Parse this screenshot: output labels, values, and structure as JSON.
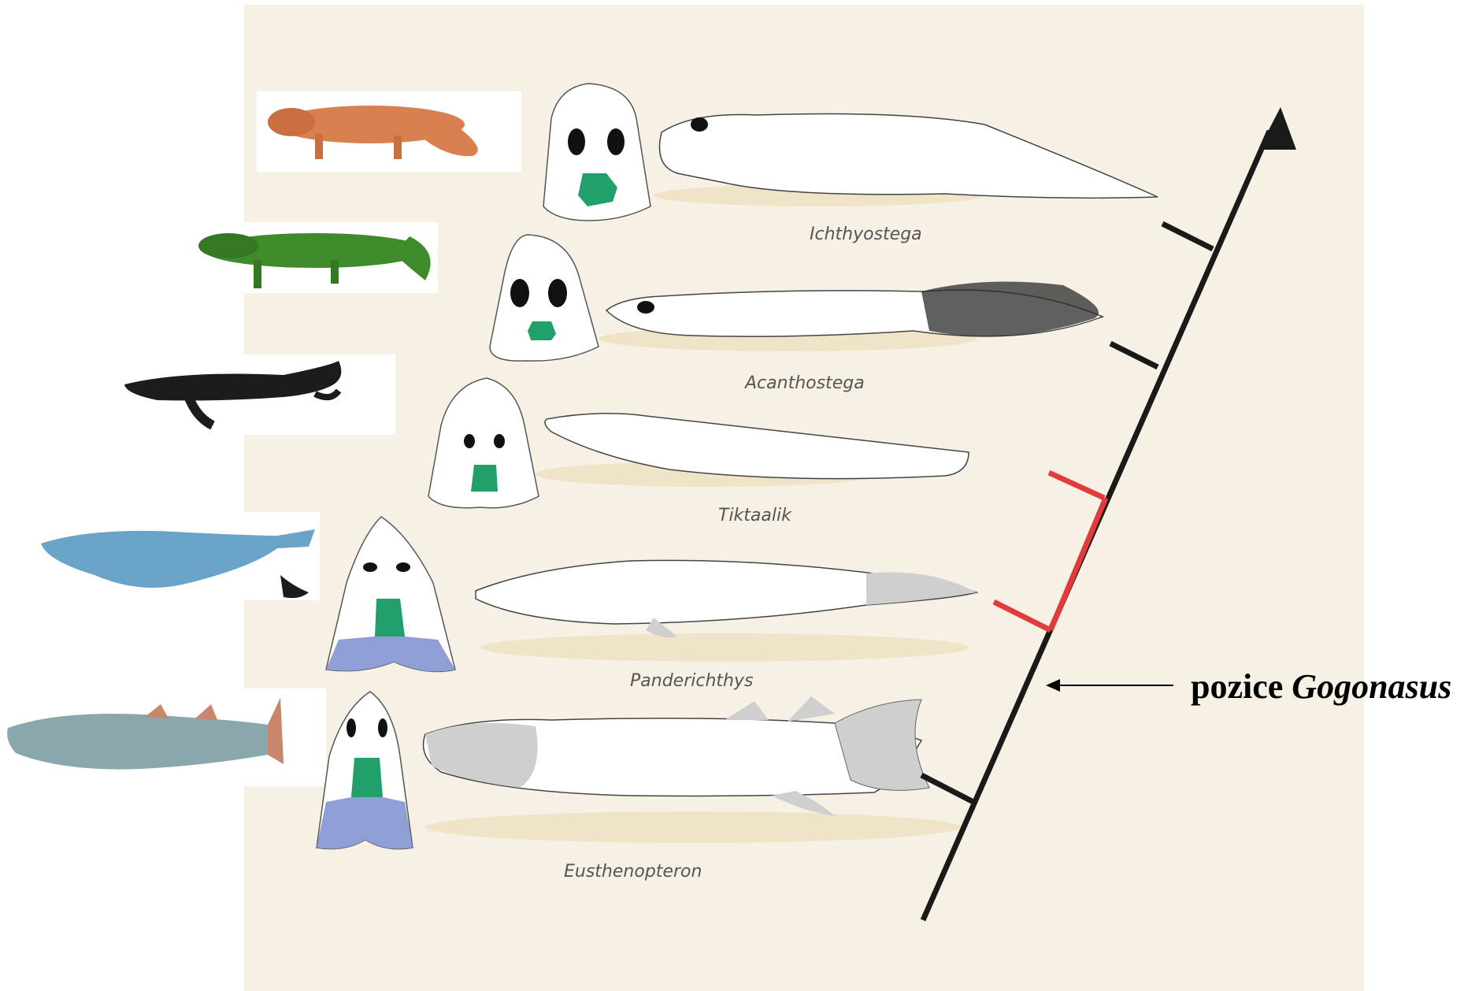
{
  "taxa": [
    {
      "name": "Ichthyostega",
      "color_life": "#d98050"
    },
    {
      "name": "Acanthostega",
      "color_life": "#3f8a2a"
    },
    {
      "name": "Tiktaalik",
      "color_life": "#1c1c1c"
    },
    {
      "name": "Panderichthys",
      "color_life": "#6aa3c8"
    },
    {
      "name": "Eusthenopteron",
      "color_life": "#8aa7ad"
    }
  ],
  "annotation": {
    "prefix": "pozice",
    "genus": "Gogonasus"
  },
  "colors": {
    "panel_background": "#f6f1e4",
    "ground_shadow": "#efe4c7",
    "cladogram_line": "#1a1a1a",
    "highlight_branch": "#e03c3c",
    "skull_green": "#22a06b",
    "skull_blue": "#8f9fd6"
  },
  "icons": {
    "arrow": "arrow-left-icon",
    "tree_tip": "arrowhead-up-icon"
  }
}
